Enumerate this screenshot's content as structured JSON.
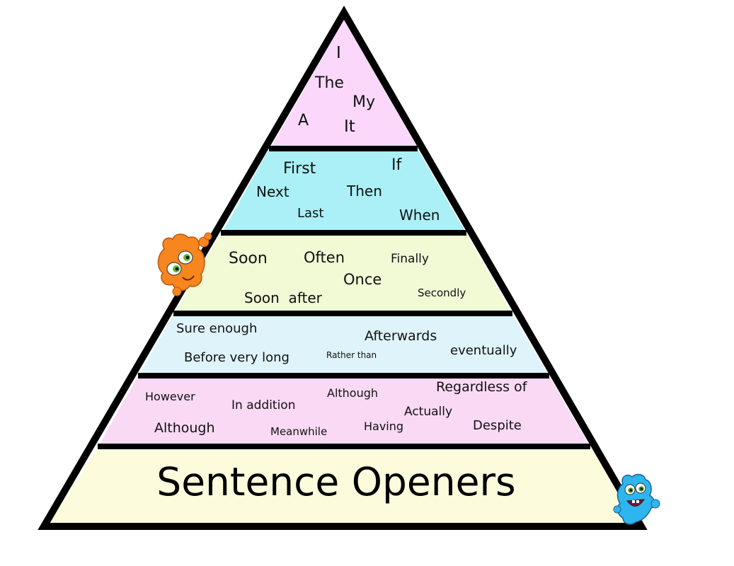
{
  "title": "Sentence Openers",
  "colors": {
    "outline": "#000000",
    "tier1": "#fad7fb",
    "tier2": "#aaf0f6",
    "tier3": "#f1f9d5",
    "tier4": "#def3fa",
    "tier5": "#f9d9f4",
    "base": "#fcfbdc",
    "orange_monster": "#f7861e",
    "blue_monster": "#2fb5ee"
  },
  "tiers": [
    {
      "words": [
        "I",
        "The",
        "My",
        "A",
        "It"
      ]
    },
    {
      "words": [
        "First",
        "If",
        "Next",
        "Then",
        "Last",
        "When"
      ]
    },
    {
      "words": [
        "Soon",
        "Often",
        "Finally",
        "Once",
        "Soon  after",
        "Secondly"
      ]
    },
    {
      "words": [
        "Sure enough",
        "Afterwards",
        "eventually",
        "Before very long",
        "Rather than"
      ]
    },
    {
      "words": [
        "Regardless of",
        "However",
        "In addition",
        "Although",
        "Actually",
        "Despite",
        "Although",
        "Having",
        "Meanwhile"
      ]
    }
  ],
  "decorations": {
    "left": "orange-monster-icon",
    "right": "blue-monster-icon"
  }
}
